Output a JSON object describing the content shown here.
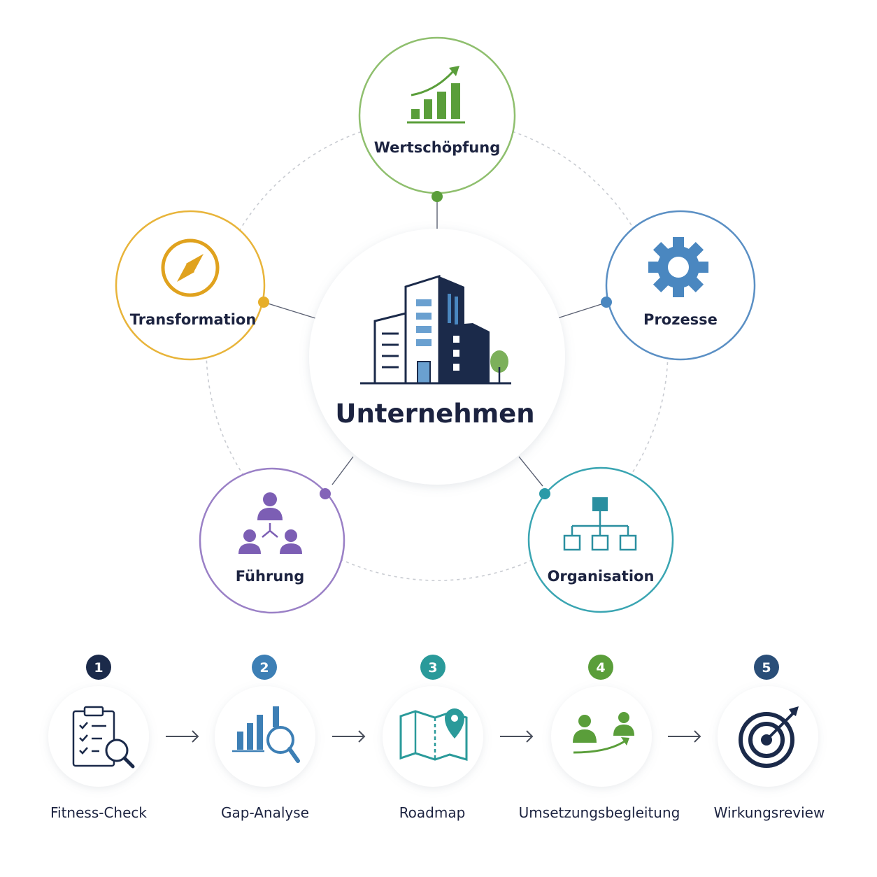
{
  "center": {
    "label": "Unternehmen"
  },
  "pillars": [
    {
      "label": "Wertschöpfung",
      "color": "#7cb05a",
      "icon": "chart-growth-icon"
    },
    {
      "label": "Prozesse",
      "color": "#4a87c0",
      "icon": "gear-icon"
    },
    {
      "label": "Organisation",
      "color": "#2a9aa8",
      "icon": "org-chart-icon"
    },
    {
      "label": "Führung",
      "color": "#8464b8",
      "icon": "team-leader-icon"
    },
    {
      "label": "Transformation",
      "color": "#e6ae2a",
      "icon": "compass-icon"
    }
  ],
  "steps": [
    {
      "number": "1",
      "label": "Fitness-Check",
      "color": "#1b2a4a",
      "icon": "clipboard-search-icon"
    },
    {
      "number": "2",
      "label": "Gap-Analyse",
      "color": "#3d7fb5",
      "icon": "chart-magnifier-icon"
    },
    {
      "number": "3",
      "label": "Roadmap",
      "color": "#2a9a9a",
      "icon": "map-pin-icon"
    },
    {
      "number": "4",
      "label": "Umsetzungsbegleitung",
      "color": "#5a9e3a",
      "icon": "people-growth-icon"
    },
    {
      "number": "5",
      "label": "Wirkungsreview",
      "color": "#2a4e78",
      "icon": "target-arrow-icon"
    }
  ]
}
